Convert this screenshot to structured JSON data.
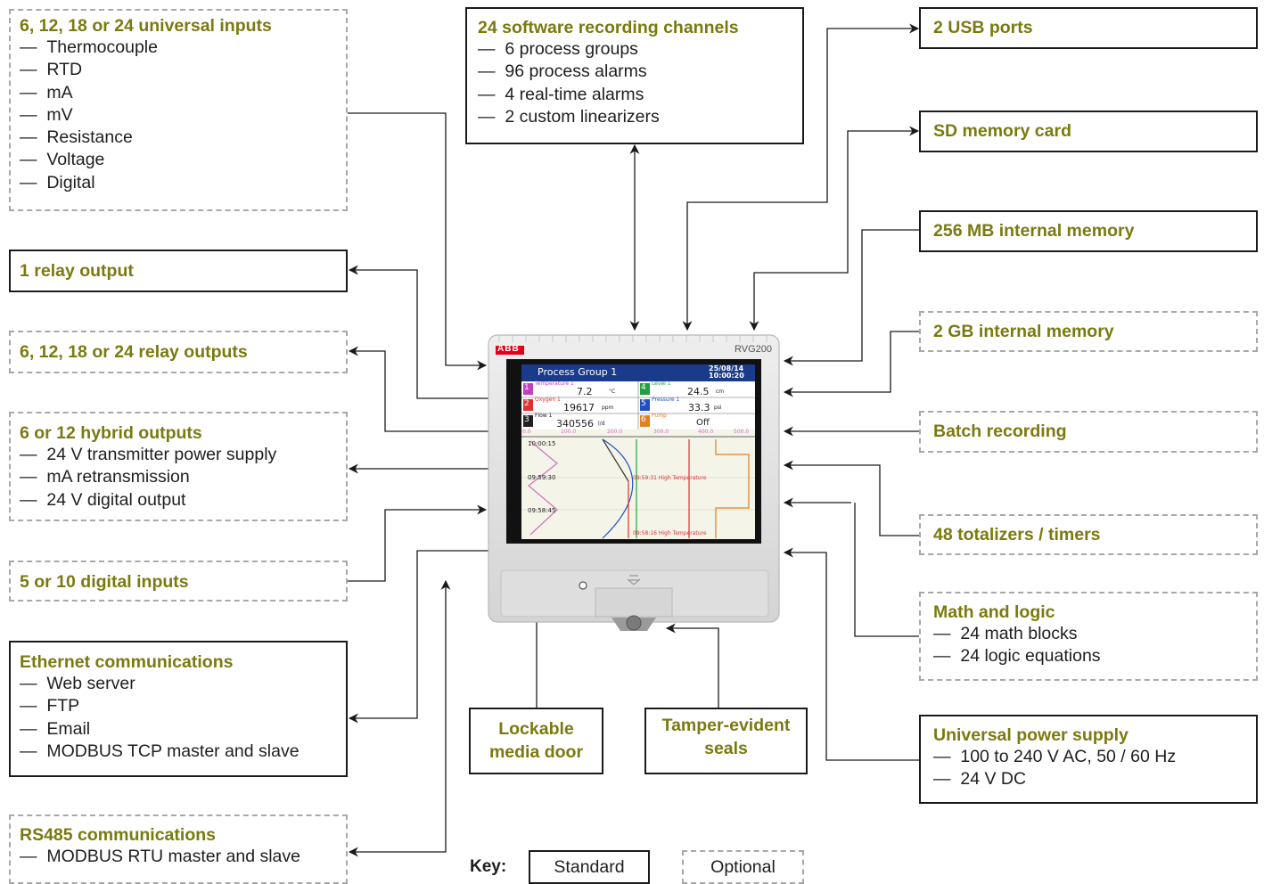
{
  "colors": {
    "title": "#7a7a10",
    "standard_border": "#1a1a1a",
    "optional_border": "#a8a8a8",
    "arrow": "#1a1a1a"
  },
  "boxes": {
    "universal_inputs": {
      "type": "optional",
      "title": "6, 12, 18 or 24 universal inputs",
      "items": [
        "Thermocouple",
        "RTD",
        "mA",
        "mV",
        "Resistance",
        "Voltage",
        "Digital"
      ]
    },
    "relay_output": {
      "type": "standard",
      "title": "1 relay output"
    },
    "relay_outputs": {
      "type": "optional",
      "title": "6, 12, 18 or 24 relay outputs"
    },
    "hybrid_outputs": {
      "type": "optional",
      "title": "6 or 12 hybrid outputs",
      "items": [
        "24 V transmitter power supply",
        "mA retransmission",
        "24 V digital output"
      ]
    },
    "digital_inputs": {
      "type": "optional",
      "title": "5 or 10 digital inputs"
    },
    "ethernet": {
      "type": "standard",
      "title": "Ethernet communications",
      "items": [
        "Web server",
        "FTP",
        "Email",
        "MODBUS TCP master and slave"
      ]
    },
    "rs485": {
      "type": "optional",
      "title": "RS485 communications",
      "items": [
        "MODBUS RTU master and slave"
      ]
    },
    "software_channels": {
      "type": "standard",
      "title": "24 software recording channels",
      "items": [
        "6 process groups",
        "96 process alarms",
        "4 real-time alarms",
        "2 custom linearizers"
      ]
    },
    "usb": {
      "type": "standard",
      "title": "2 USB ports"
    },
    "sd": {
      "type": "standard",
      "title": "SD memory card"
    },
    "mem256": {
      "type": "standard",
      "title": "256 MB internal memory"
    },
    "mem2gb": {
      "type": "optional",
      "title": "2 GB internal memory"
    },
    "batch": {
      "type": "optional",
      "title": "Batch recording"
    },
    "totalizers": {
      "type": "optional",
      "title": "48 totalizers / timers"
    },
    "math": {
      "type": "optional",
      "title": "Math and logic",
      "items": [
        "24 math blocks",
        "24 logic equations"
      ]
    },
    "power": {
      "type": "standard",
      "title": "Universal power supply",
      "items": [
        "100 to 240 V AC, 50 / 60 Hz",
        "24 V DC"
      ]
    },
    "media_door": {
      "type": "standard",
      "title": "Lockable media door"
    },
    "seals": {
      "type": "standard",
      "title": "Tamper-evident seals"
    }
  },
  "key": {
    "label": "Key:",
    "standard": "Standard",
    "optional": "Optional"
  },
  "device": {
    "brand": "ABB",
    "model": "RVG200",
    "screen": {
      "group_title": "Process Group 1",
      "date": "25/08/14",
      "time": "10:00:20",
      "channels": [
        {
          "num": "1",
          "name": "Temperature 1",
          "value": "7.2",
          "unit": "°C",
          "color": "#c040c0"
        },
        {
          "num": "4",
          "name": "Level 1",
          "value": "24.5",
          "unit": "cm",
          "color": "#20a040"
        },
        {
          "num": "2",
          "name": "Oxygen 1",
          "value": "19617",
          "unit": "ppm",
          "color": "#e03030"
        },
        {
          "num": "5",
          "name": "Pressure 1",
          "value": "33.3",
          "unit": "psi",
          "color": "#2050c0"
        },
        {
          "num": "3",
          "name": "Flow 1",
          "value": "340556",
          "unit": "l/d",
          "color": "#202020"
        },
        {
          "num": "6",
          "name": "Pump",
          "value": "Off",
          "unit": "",
          "color": "#e08020"
        }
      ],
      "scale_ticks": [
        "0.0",
        "100.0",
        "200.0",
        "300.0",
        "400.0",
        "500.0"
      ],
      "times": [
        "10:00:15",
        "09:59:30",
        "09:58:45"
      ],
      "alarms": [
        "09:59:31 High Temperature",
        "09:58:16 High Temperature"
      ]
    }
  }
}
